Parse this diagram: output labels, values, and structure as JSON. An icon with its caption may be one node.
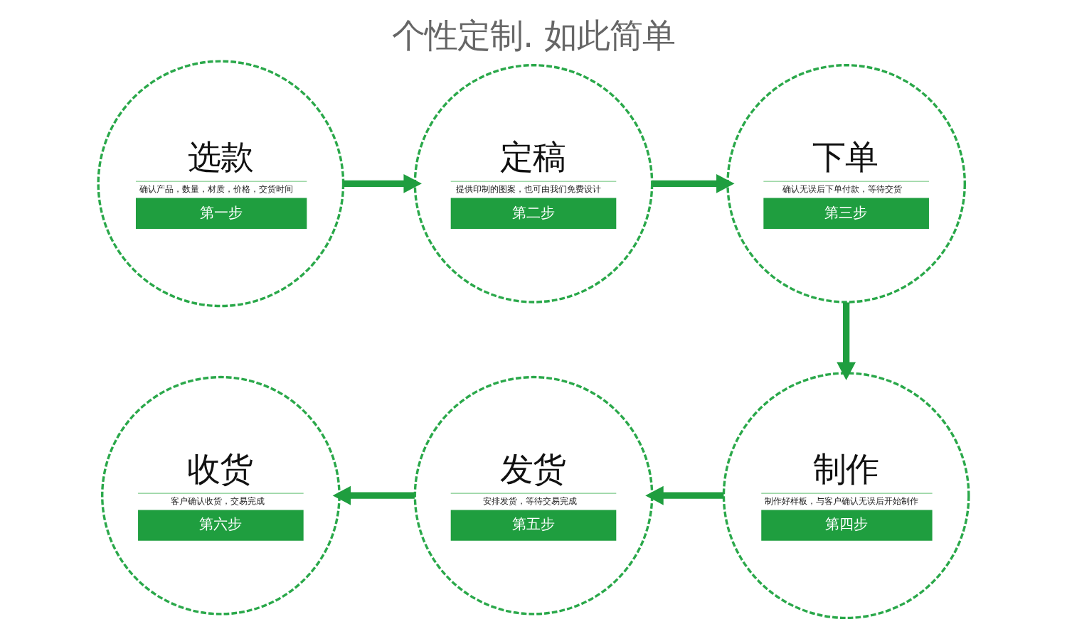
{
  "diagram": {
    "title": "个性定制. 如此简单",
    "nodes": [
      {
        "text": [
          "选款",
          "确认产品，数量，材质，价格，交货时间",
          "第一步"
        ]
      },
      {
        "text": [
          "定稿",
          "提供印制的图案，也可由我们免费设计",
          "第二步"
        ]
      },
      {
        "text": [
          "下单",
          "确认无误后下单付款，等待交货",
          "第三步"
        ]
      },
      {
        "text": [
          "制作",
          "制作好样板，与客户确认无误后开始制作",
          "第四步"
        ]
      },
      {
        "text": [
          "发货",
          "安排发货，等待交易完成",
          "第五步"
        ]
      },
      {
        "text": [
          "收货",
          "客户确认收货，交易完成",
          "第六步"
        ]
      }
    ],
    "edges": [
      {
        "from": 0,
        "to": 1,
        "arrow": "to"
      },
      {
        "from": 1,
        "to": 2,
        "arrow": "to"
      },
      {
        "from": 2,
        "to": 3,
        "arrow": "to"
      },
      {
        "from": 3,
        "to": 4,
        "arrow": "to"
      },
      {
        "from": 4,
        "to": 5,
        "arrow": "to"
      }
    ]
  }
}
